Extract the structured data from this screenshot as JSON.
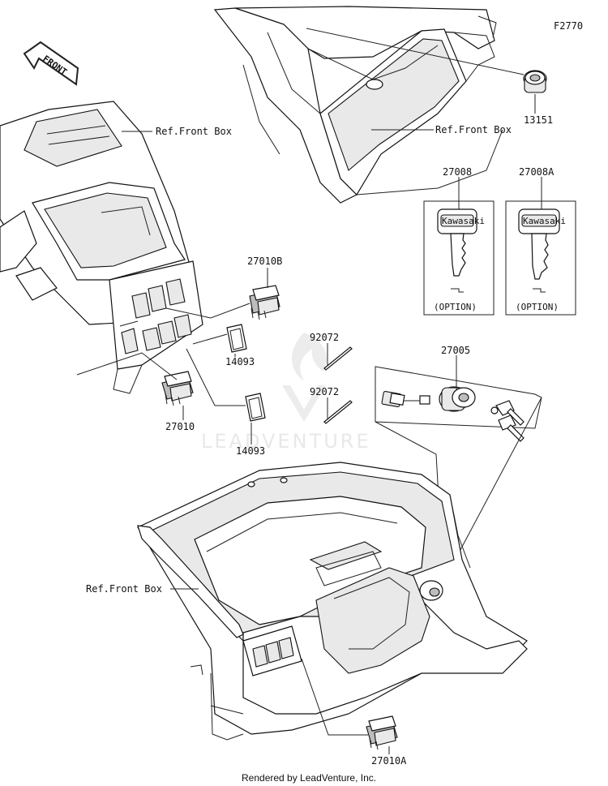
{
  "figure_code": "F2770",
  "front_arrow_text": "FRONT",
  "watermark_text": "LEADVENTURE",
  "footer_text": "Rendered by LeadVenture, Inc.",
  "refs": {
    "front_box_top": "Ref.Front Box",
    "front_box_left": "Ref.Front Box",
    "front_box_bottom": "Ref.Front Box"
  },
  "parts": {
    "p13151": "13151",
    "p27008": "27008",
    "p27008A": "27008A",
    "p27010B": "27010B",
    "p92072_a": "92072",
    "p92072_b": "92072",
    "p27005": "27005",
    "p14093_a": "14093",
    "p14093_b": "14093",
    "p27010": "27010",
    "p27010A": "27010A"
  },
  "keys": {
    "option_a": "(OPTION)",
    "option_b": "(OPTION)",
    "brand_a": "Kawasaki",
    "brand_b": "Kawasaki"
  },
  "colors": {
    "line": "#222222",
    "background": "#ffffff"
  }
}
